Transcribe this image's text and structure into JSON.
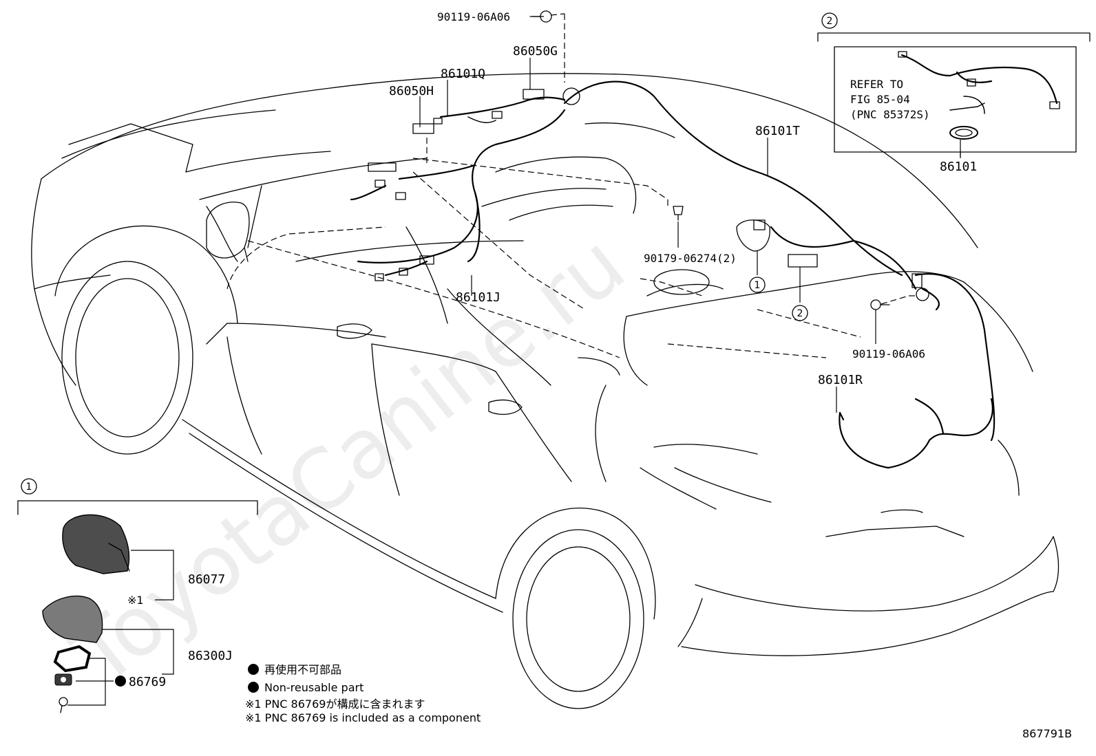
{
  "watermark": "ToyotaCanine.ru",
  "diagram_id": "867791B",
  "callouts": {
    "c1": "1",
    "c2": "2"
  },
  "labels": {
    "bolt_top": "90119-06A06",
    "p86050G": "86050G",
    "p86101Q": "86101Q",
    "p86050H": "86050H",
    "p86101T": "86101T",
    "clip": "90179-06274(2)",
    "p86101J": "86101J",
    "bolt_rear": "90119-06A06",
    "p86101R": "86101R",
    "p86101": "86101",
    "p86077": "86077",
    "note1_mark": "※1",
    "p86300J": "86300J",
    "p86769": "86769"
  },
  "refer_box": {
    "line1": "REFER TO",
    "line2": "FIG 85-04",
    "line3": "(PNC 85372S)"
  },
  "legend": {
    "jp_nonreusable": "再使用不可部品",
    "en_nonreusable": "Non-reusable part",
    "jp_note1": "※1 PNC 86769が構成に含まれます",
    "en_note1": "※1 PNC 86769 is included as a component"
  }
}
